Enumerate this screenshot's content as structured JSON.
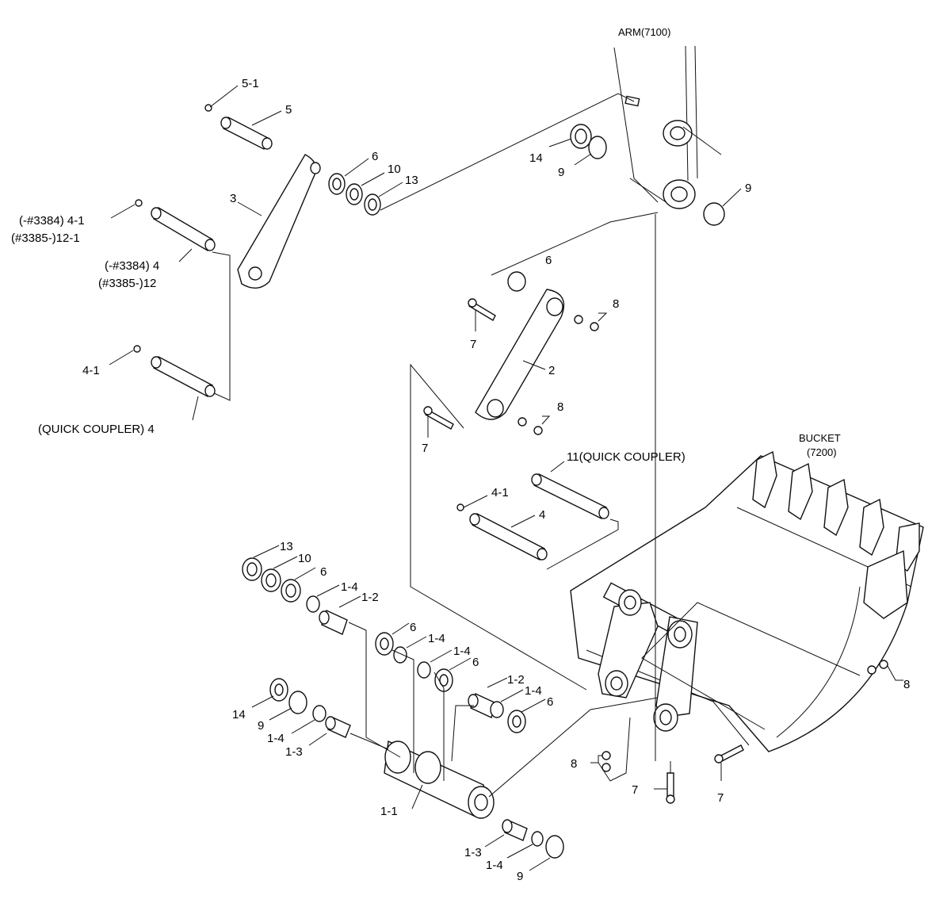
{
  "assemblies": {
    "arm": "ARM(7100)",
    "bucket_line1": "BUCKET",
    "bucket_line2": "(7200)"
  },
  "callouts": {
    "c5_1": "5-1",
    "c5": "5",
    "c6_top": "6",
    "c10_top": "10",
    "c13_top": "13",
    "c14_top": "14",
    "c9_top": "9",
    "c9_right": "9",
    "c3": "3",
    "c4_1_a_line1": "(-#3384) 4-1",
    "c4_1_a_line2": "(#3385-)12-1",
    "c4_a_line1": "(-#3384) 4",
    "c4_a_line2": "(#3385-)12",
    "c4_1_b": "4-1",
    "c4_qc": "(QUICK COUPLER) 4",
    "c6_mid": "6",
    "c8_mid1": "8",
    "c7_mid1": "7",
    "c2": "2",
    "c8_mid2": "8",
    "c7_mid2": "7",
    "c11": "11(QUICK COUPLER)",
    "c4_1_c": "4-1",
    "c4_c": "4",
    "c13_bot": "13",
    "c10_bot": "10",
    "c6_bot1": "6",
    "c1_4_a": "1-4",
    "c1_2_a": "1-2",
    "c6_bot2": "6",
    "c1_4_b": "1-4",
    "c1_4_c": "1-4",
    "c6_bot3": "6",
    "c1_2_b": "1-2",
    "c1_4_d": "1-4",
    "c6_bot4": "6",
    "c14_bot": "14",
    "c9_bot1": "9",
    "c1_4_e": "1-4",
    "c1_3_a": "1-3",
    "c1_1": "1-1",
    "c1_3_b": "1-3",
    "c1_4_f": "1-4",
    "c9_bot2": "9",
    "c8_bot1": "8",
    "c7_bot1": "7",
    "c7_bot2": "7",
    "c8_right": "8"
  }
}
